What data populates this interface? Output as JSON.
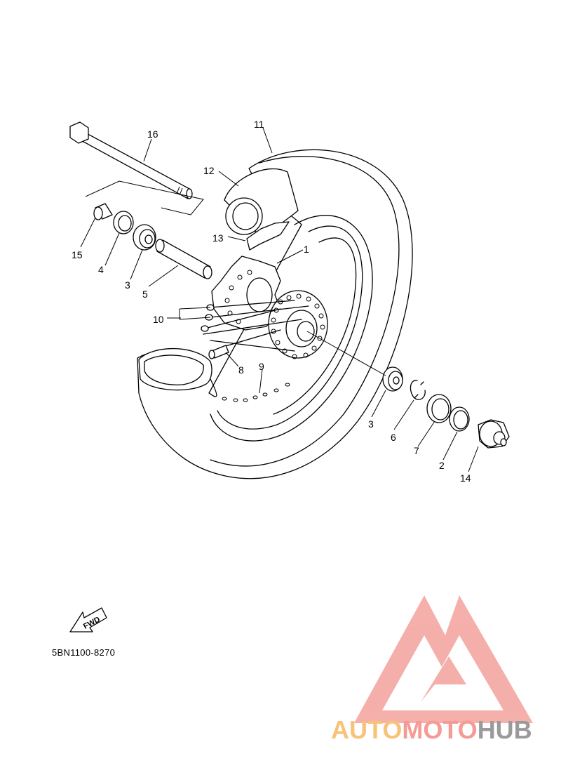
{
  "diagram_code": "5BN1100-8270",
  "fwd_label": "FWD",
  "watermark": {
    "part1": "AUTO",
    "part2": "MOTO",
    "part3": "HUB",
    "colors": {
      "auto": "#f7c279",
      "moto": "#f59a94",
      "hub": "#9a9a9a",
      "logo": "#f4a29c"
    }
  },
  "callouts": [
    {
      "id": "c16",
      "label": "16"
    },
    {
      "id": "c11",
      "label": "11"
    },
    {
      "id": "c12",
      "label": "12"
    },
    {
      "id": "c13",
      "label": "13"
    },
    {
      "id": "c1",
      "label": "1"
    },
    {
      "id": "c15",
      "label": "15"
    },
    {
      "id": "c4",
      "label": "4"
    },
    {
      "id": "c3a",
      "label": "3"
    },
    {
      "id": "c5",
      "label": "5"
    },
    {
      "id": "c10",
      "label": "10"
    },
    {
      "id": "c8",
      "label": "8"
    },
    {
      "id": "c9",
      "label": "9"
    },
    {
      "id": "c3b",
      "label": "3"
    },
    {
      "id": "c6",
      "label": "6"
    },
    {
      "id": "c7",
      "label": "7"
    },
    {
      "id": "c2",
      "label": "2"
    },
    {
      "id": "c14",
      "label": "14"
    }
  ]
}
